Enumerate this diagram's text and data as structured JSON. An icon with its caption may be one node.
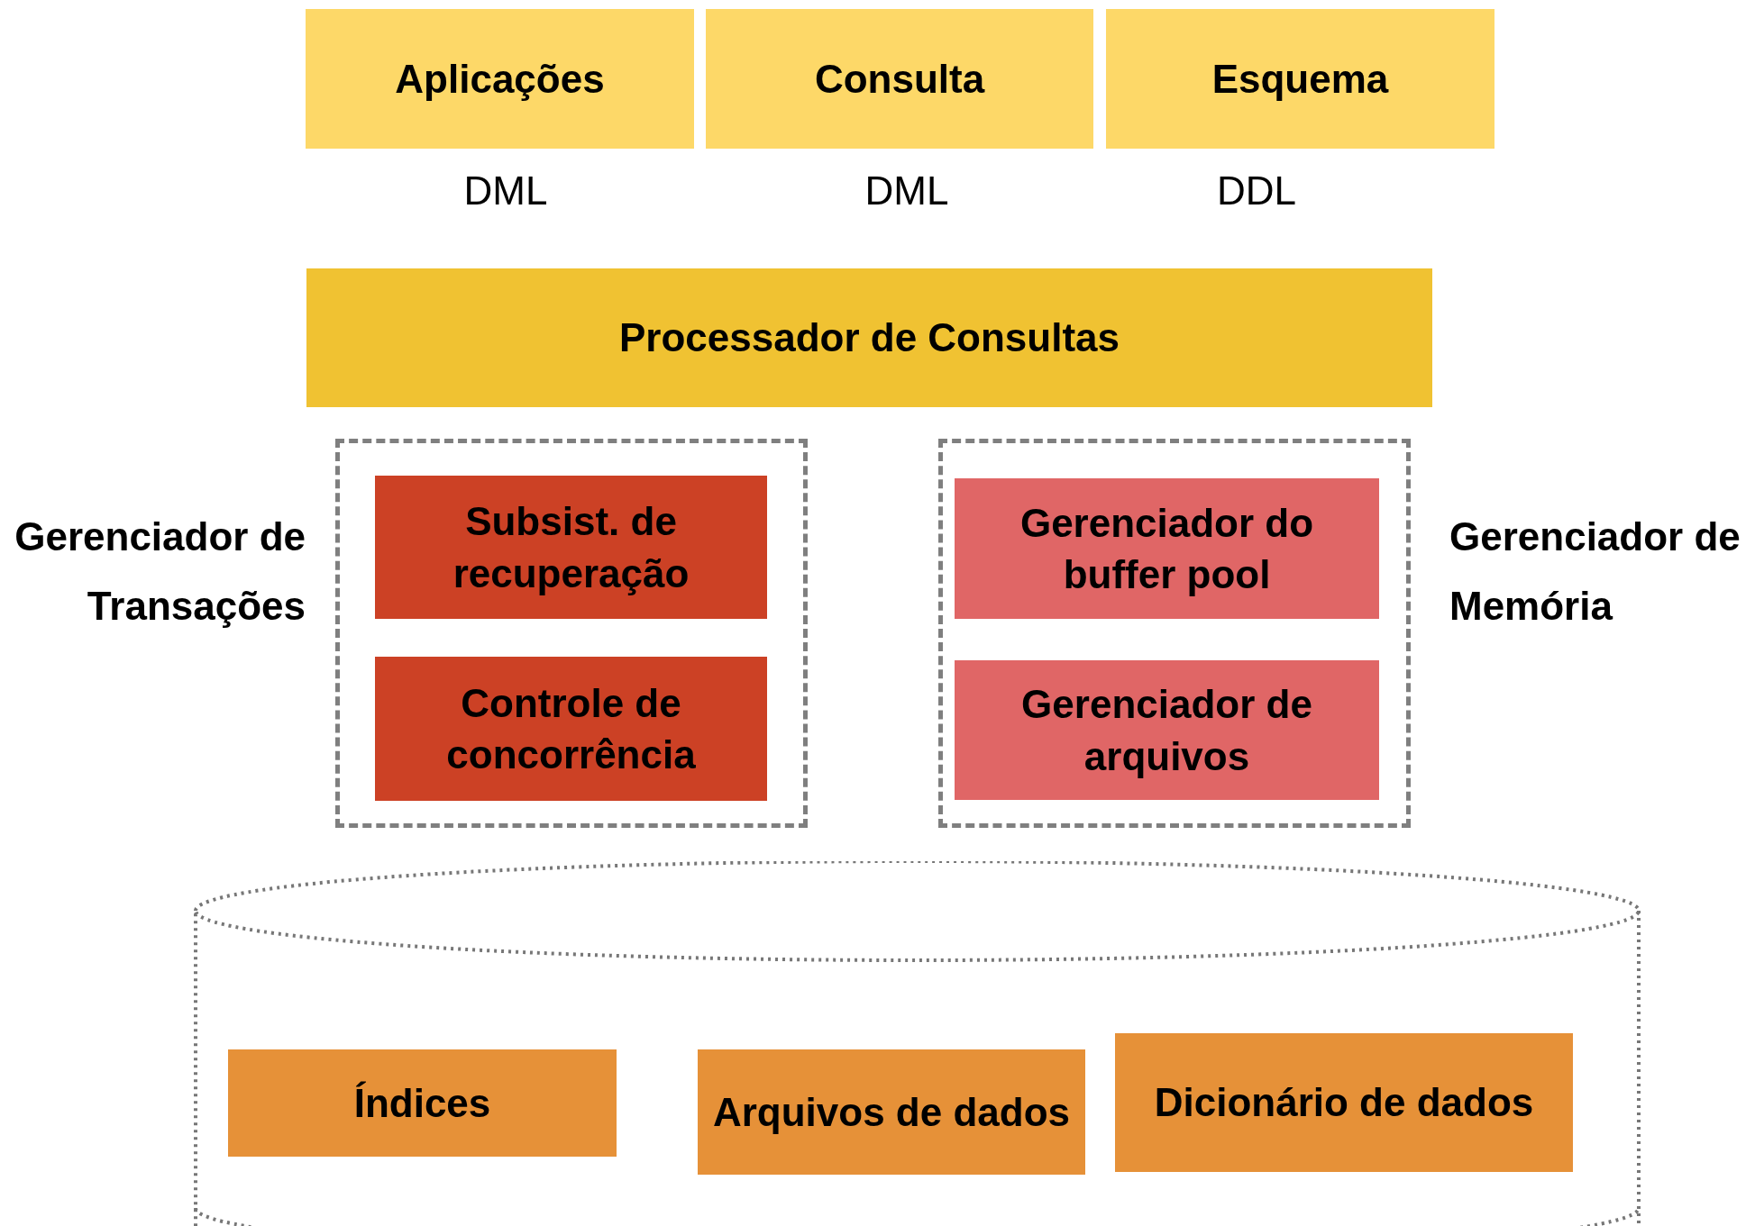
{
  "diagram": {
    "nodes": [
      {
        "text": [
          "Aplicações"
        ],
        "beside": [
          "DML"
        ]
      },
      {
        "text": [
          "Consulta"
        ],
        "beside": [
          "DML"
        ]
      },
      {
        "text": [
          "Esquema"
        ],
        "beside": [
          "DDL"
        ]
      },
      {
        "text": [
          "Processador de Consultas"
        ]
      },
      {
        "text": [
          "Gerenciador de Transações"
        ]
      },
      {
        "text": [
          "Subsist. de recuperação"
        ],
        "in": 4
      },
      {
        "text": [
          "Controle de concorrência"
        ],
        "in": 4
      },
      {
        "text": [
          "Gerenciador de Memória"
        ]
      },
      {
        "text": [
          "Gerenciador do buffer pool"
        ],
        "in": 7
      },
      {
        "text": [
          "Gerenciador de arquivos"
        ],
        "in": 7
      },
      {
        "text": [],
        "shape": "cylinder"
      },
      {
        "text": [
          "Índices"
        ],
        "in": 10
      },
      {
        "text": [
          "Arquivos de dados"
        ],
        "in": 10
      },
      {
        "text": [
          "Dicionário de dados"
        ],
        "in": 10
      }
    ]
  }
}
